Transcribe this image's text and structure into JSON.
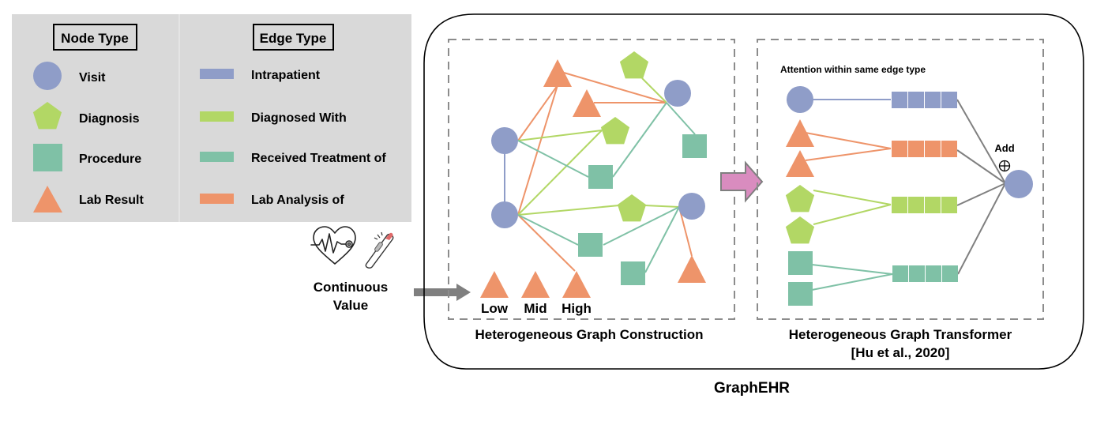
{
  "colors": {
    "visit": "#8f9dc8",
    "diagnosis": "#b2d765",
    "procedure": "#7fc1a6",
    "lab": "#ee946a",
    "legend_bg": "#d9d9d9",
    "dash": "#8c8c8c",
    "connector": "#808080",
    "transition_arrow": "#d98cbf"
  },
  "legend": {
    "node_title": "Node Type",
    "edge_title": "Edge Type",
    "nodes": [
      {
        "shape": "circle",
        "label": "Visit"
      },
      {
        "shape": "pentagon",
        "label": "Diagnosis"
      },
      {
        "shape": "square",
        "label": "Procedure"
      },
      {
        "shape": "triangle",
        "label": "Lab Result"
      }
    ],
    "edges": [
      {
        "type": "visit",
        "label": "Intrapatient"
      },
      {
        "type": "diagnosis",
        "label": "Diagnosed With"
      },
      {
        "type": "procedure",
        "label": "Received Treatment of"
      },
      {
        "type": "lab",
        "label": "Lab Analysis of"
      }
    ]
  },
  "input": {
    "icons": [
      "heartbeat-icon",
      "thermometer-icon"
    ],
    "label_line1": "Continuous",
    "label_line2": "Value"
  },
  "construction": {
    "caption": "Heterogeneous Graph Construction",
    "lab_levels": [
      "Low",
      "Mid",
      "High"
    ]
  },
  "transformer": {
    "caption_line1": "Heterogeneous Graph Transformer",
    "caption_line2": "[Hu et al., 2020]",
    "attention_note": "Attention within same edge type",
    "add_label": "Add",
    "add_symbol": "⊕"
  },
  "title": "GraphEHR"
}
